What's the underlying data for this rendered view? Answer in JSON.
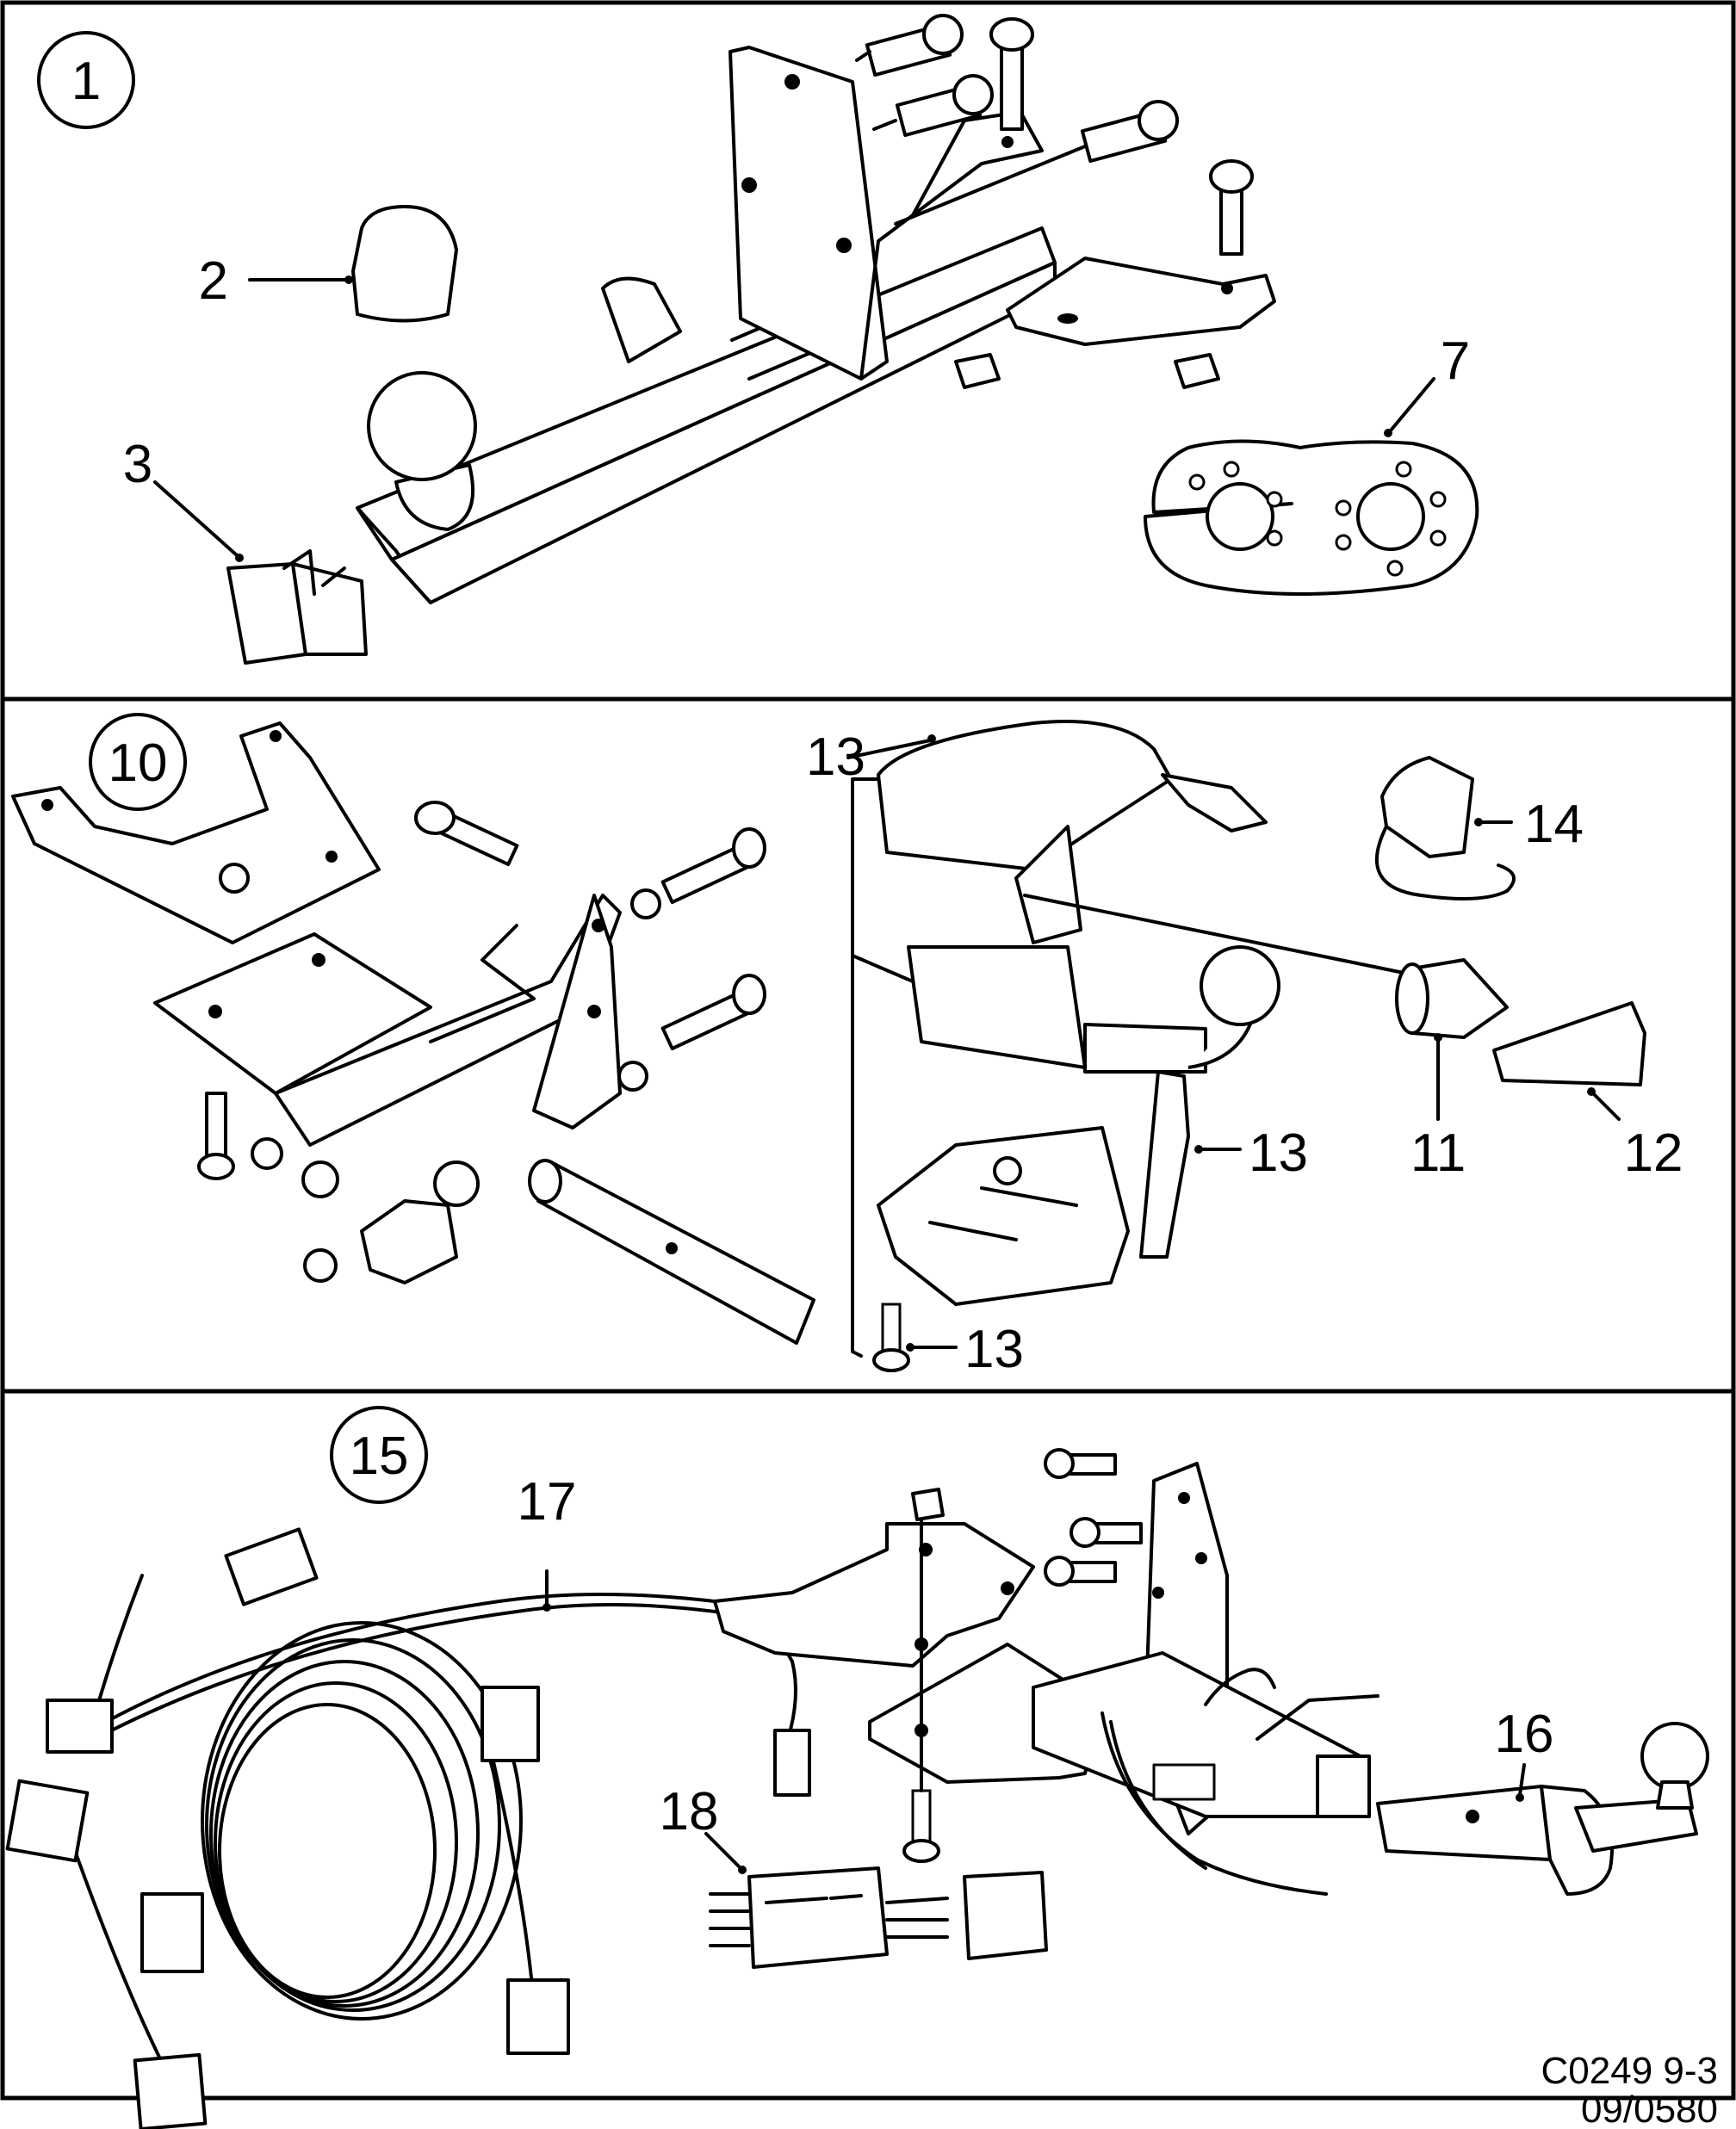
{
  "panels": [
    {
      "id": "1",
      "badge": "1"
    },
    {
      "id": "10",
      "badge": "10"
    },
    {
      "id": "15",
      "badge": "15"
    }
  ],
  "callouts": {
    "c2": "2",
    "c3": "3",
    "c7": "7",
    "c13a": "13",
    "c13b": "13",
    "c13c": "13",
    "c14": "14",
    "c11": "11",
    "c12": "12",
    "c17": "17",
    "c16": "16",
    "c18": "18"
  },
  "footer": {
    "code": "C0249 9-3",
    "date": "09/0580"
  }
}
